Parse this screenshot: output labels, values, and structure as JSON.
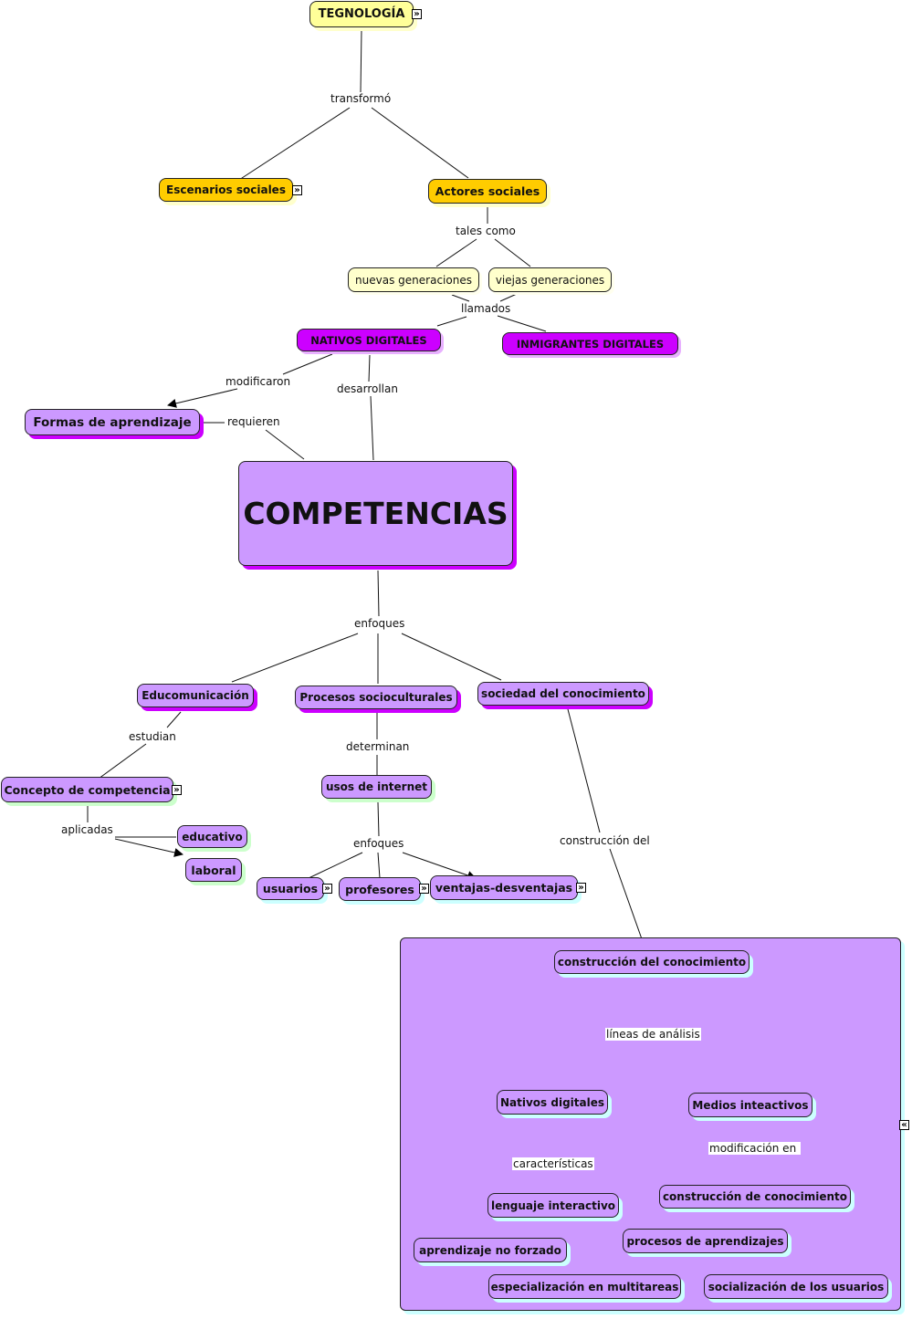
{
  "concept_map": {
    "nodes": {
      "tecnologia": "TEGNOLOGÍA",
      "escenarios": "Escenarios sociales",
      "actores": "Actores sociales",
      "nuevas": "nuevas generaciones",
      "viejas": "viejas generaciones",
      "nativos": "NATIVOS DIGITALES",
      "inmigrantes": "INMIGRANTES DIGITALES",
      "formas": "Formas de aprendizaje",
      "competencias": "COMPETENCIAS",
      "educomunicacion": "Educomunicación",
      "procesos": "Procesos socioculturales",
      "sociedad": "sociedad del conocimiento",
      "concepto": "Concepto de competencia",
      "educativo": "educativo",
      "laboral": "laboral",
      "usos": "usos de internet",
      "usuarios": "usuarios",
      "profesores": "profesores",
      "ventajas": "ventajas-desventajas",
      "construccion_conocimiento": "construcción del conocimiento",
      "nativos_digitales": "Nativos digitales",
      "medios": "Medios inteactivos",
      "lenguaje": "lenguaje interactivo",
      "aprendizaje_nf": "aprendizaje no forzado",
      "especializacion": "especialización en multitareas",
      "construccion_de": "construcción de conocimiento",
      "procesos_aprend": "procesos de aprendizajes",
      "socializacion": "socialización de los usuarios"
    },
    "links": {
      "transformo": "transformó",
      "tales_como": "tales como",
      "llamados": "llamados",
      "modificaron": "modificaron",
      "desarrollan": "desarrollan",
      "requieren": "requieren",
      "enfoques1": "enfoques",
      "estudian": "estudian",
      "determinan": "determinan",
      "aplicadas": "aplicadas",
      "enfoques2": "enfoques",
      "construccion_del": "construcción del",
      "lineas": "líneas de análisis",
      "caracteristicas": "características",
      "modificacion": "modificación en"
    },
    "icons": {
      "expand": "»",
      "collapse": "«"
    }
  }
}
